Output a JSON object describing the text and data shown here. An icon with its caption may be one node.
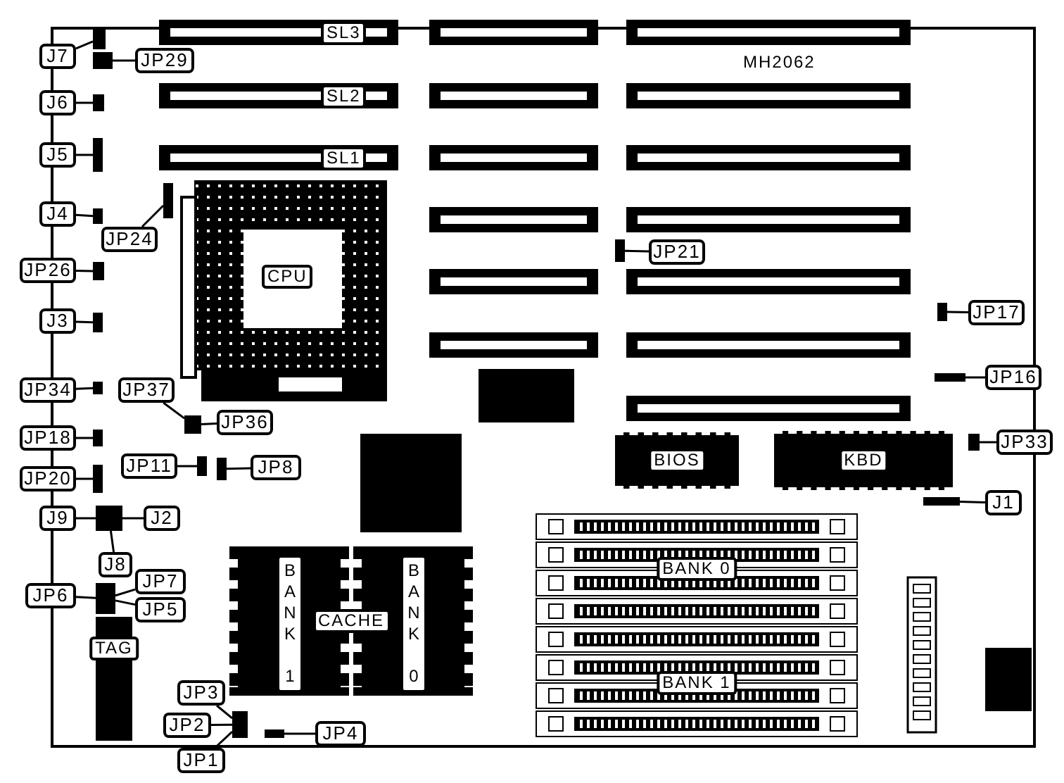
{
  "diagram": {
    "nodes": [
      {
        "text": [
          "SL3"
        ]
      },
      {
        "text": [
          "SL2"
        ]
      },
      {
        "text": [
          "SL1"
        ]
      },
      {
        "text": [],
        "shape": "bar"
      },
      {
        "text": [],
        "shape": "bar"
      },
      {
        "text": [],
        "shape": "bar"
      },
      {
        "text": [],
        "shape": "bar"
      },
      {
        "text": [],
        "shape": "bar"
      },
      {
        "text": [],
        "shape": "bar"
      },
      {
        "text": [],
        "shape": "bar"
      },
      {
        "text": [],
        "shape": "bar"
      },
      {
        "text": [],
        "shape": "bar"
      },
      {
        "text": [],
        "shape": "bar"
      },
      {
        "text": [],
        "shape": "bar"
      },
      {
        "text": [],
        "shape": "bar"
      },
      {
        "text": [],
        "shape": "bar"
      },
      {
        "text": [
          "CPU"
        ]
      },
      {
        "text": [
          "BIOS"
        ]
      },
      {
        "text": [
          "KBD"
        ]
      },
      {
        "text": [
          "CACHE"
        ]
      },
      {
        "text": [
          "BANK 1"
        ],
        "in": 19
      },
      {
        "text": [
          "BANK 0"
        ],
        "in": 19
      },
      {
        "text": [
          "BANK 0"
        ]
      },
      {
        "text": [
          "BANK 1"
        ]
      },
      {
        "text": [
          "TAG"
        ]
      },
      {
        "text": [
          "J7"
        ]
      },
      {
        "text": [],
        "shape": "box"
      },
      {
        "text": [
          "JP29"
        ]
      },
      {
        "text": [],
        "shape": "box"
      },
      {
        "text": [
          "J6"
        ]
      },
      {
        "text": [],
        "shape": "box"
      },
      {
        "text": [
          "J5"
        ]
      },
      {
        "text": [],
        "shape": "box"
      },
      {
        "text": [
          "J4"
        ]
      },
      {
        "text": [],
        "shape": "box"
      },
      {
        "text": [
          "JP24"
        ]
      },
      {
        "text": [],
        "shape": "box"
      },
      {
        "text": [
          "JP26"
        ]
      },
      {
        "text": [],
        "shape": "box"
      },
      {
        "text": [
          "J3"
        ]
      },
      {
        "text": [],
        "shape": "box"
      },
      {
        "text": [
          "JP34"
        ]
      },
      {
        "text": [],
        "shape": "box"
      },
      {
        "text": [
          "JP37"
        ]
      },
      {
        "text": [
          "JP36"
        ]
      },
      {
        "text": [],
        "shape": "box"
      },
      {
        "text": [
          "JP18"
        ]
      },
      {
        "text": [],
        "shape": "box"
      },
      {
        "text": [
          "JP11"
        ]
      },
      {
        "text": [],
        "shape": "box"
      },
      {
        "text": [
          "JP8"
        ]
      },
      {
        "text": [],
        "shape": "box"
      },
      {
        "text": [
          "JP20"
        ]
      },
      {
        "text": [],
        "shape": "box"
      },
      {
        "text": [
          "J9"
        ]
      },
      {
        "text": [
          "J2"
        ]
      },
      {
        "text": [
          "J8"
        ]
      },
      {
        "text": [],
        "shape": "box"
      },
      {
        "text": [
          "JP6"
        ]
      },
      {
        "text": [
          "JP7"
        ]
      },
      {
        "text": [
          "JP5"
        ]
      },
      {
        "text": [],
        "shape": "box"
      },
      {
        "text": [
          "JP3"
        ]
      },
      {
        "text": [
          "JP2"
        ]
      },
      {
        "text": [
          "JP1"
        ]
      },
      {
        "text": [],
        "shape": "box"
      },
      {
        "text": [
          "JP4"
        ]
      },
      {
        "text": [],
        "shape": "box"
      },
      {
        "text": [
          "JP21"
        ]
      },
      {
        "text": [],
        "shape": "box"
      },
      {
        "text": [
          "JP17"
        ]
      },
      {
        "text": [],
        "shape": "box"
      },
      {
        "text": [
          "JP16"
        ]
      },
      {
        "text": [],
        "shape": "box"
      },
      {
        "text": [
          "JP33"
        ]
      },
      {
        "text": [],
        "shape": "box"
      },
      {
        "text": [
          "J1"
        ]
      },
      {
        "text": [],
        "shape": "box"
      }
    ],
    "edges": [
      {
        "from": 25,
        "to": 26,
        "arrow": "none"
      },
      {
        "from": 27,
        "to": 28,
        "arrow": "none"
      },
      {
        "from": 29,
        "to": 30,
        "arrow": "none"
      },
      {
        "from": 31,
        "to": 32,
        "arrow": "none"
      },
      {
        "from": 33,
        "to": 34,
        "arrow": "none"
      },
      {
        "from": 35,
        "to": 36,
        "arrow": "none"
      },
      {
        "from": 37,
        "to": 38,
        "arrow": "none"
      },
      {
        "from": 39,
        "to": 40,
        "arrow": "none"
      },
      {
        "from": 41,
        "to": 42,
        "arrow": "none"
      },
      {
        "from": 43,
        "to": 45,
        "arrow": "none"
      },
      {
        "from": 44,
        "to": 45,
        "arrow": "none"
      },
      {
        "from": 46,
        "to": 47,
        "arrow": "none"
      },
      {
        "from": 48,
        "to": 49,
        "arrow": "none"
      },
      {
        "from": 50,
        "to": 51,
        "arrow": "none"
      },
      {
        "from": 52,
        "to": 53,
        "arrow": "none"
      },
      {
        "from": 54,
        "to": 57,
        "arrow": "none"
      },
      {
        "from": 55,
        "to": 57,
        "arrow": "none"
      },
      {
        "from": 56,
        "to": 57,
        "arrow": "none"
      },
      {
        "from": 58,
        "to": 61,
        "arrow": "none"
      },
      {
        "from": 59,
        "to": 61,
        "arrow": "none"
      },
      {
        "from": 60,
        "to": 61,
        "arrow": "none"
      },
      {
        "from": 62,
        "to": 65,
        "arrow": "none"
      },
      {
        "from": 63,
        "to": 65,
        "arrow": "none"
      },
      {
        "from": 64,
        "to": 65,
        "arrow": "none"
      },
      {
        "from": 66,
        "to": 67,
        "arrow": "none"
      },
      {
        "from": 68,
        "to": 69,
        "arrow": "none"
      },
      {
        "from": 70,
        "to": 71,
        "arrow": "none"
      },
      {
        "from": 72,
        "to": 73,
        "arrow": "none"
      },
      {
        "from": 74,
        "to": 75,
        "arrow": "none"
      },
      {
        "from": 76,
        "to": 77,
        "arrow": "none"
      }
    ],
    "labels": [
      "MH2062"
    ]
  }
}
